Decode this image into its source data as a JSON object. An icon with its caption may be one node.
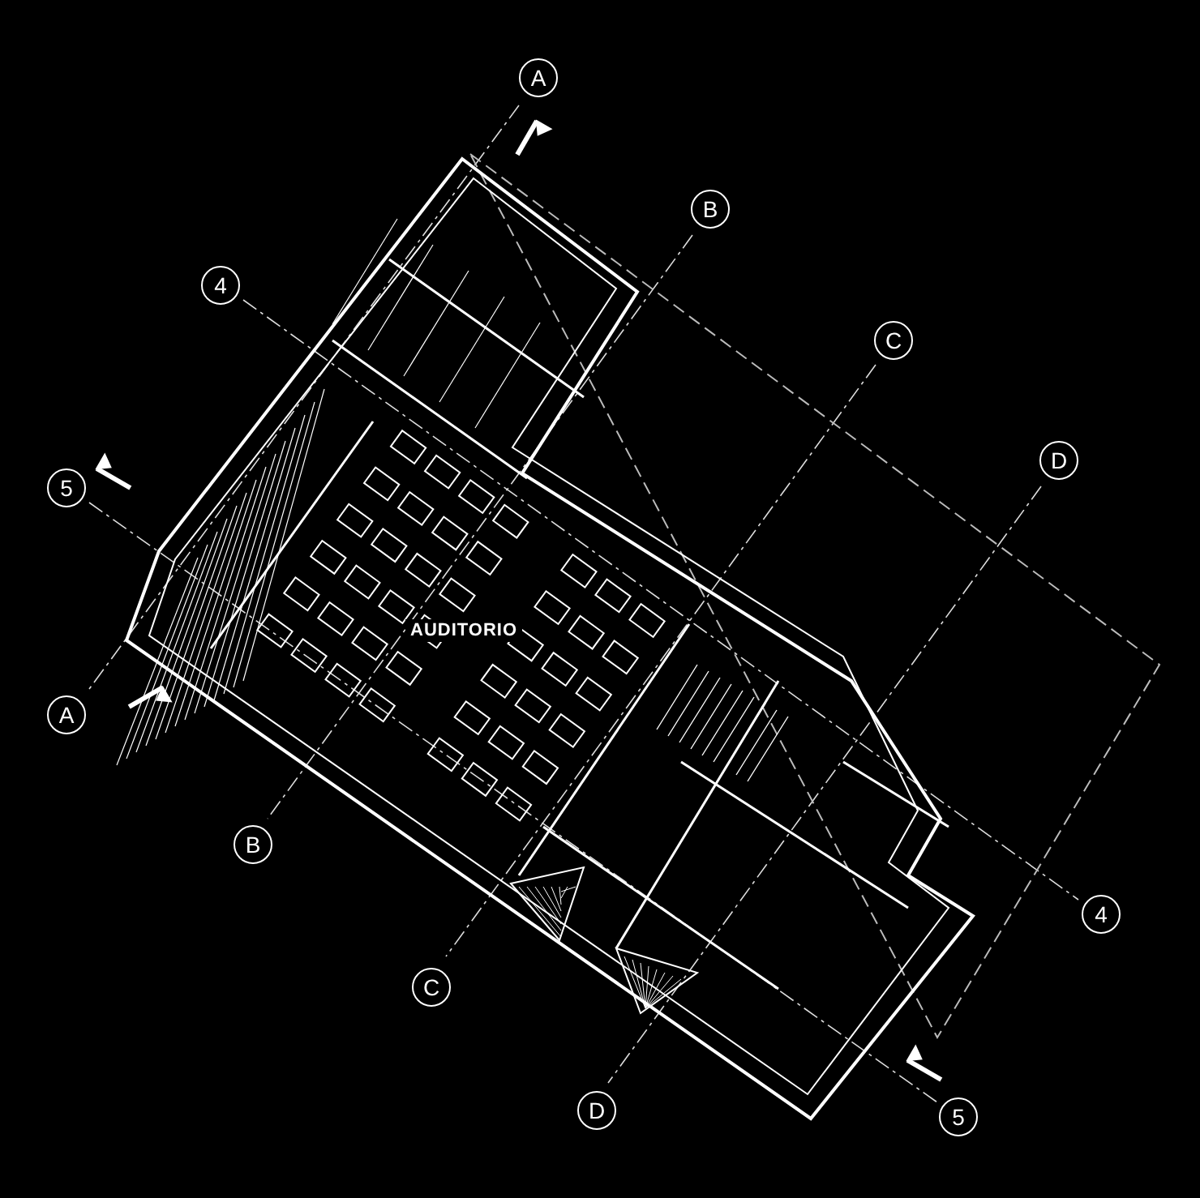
{
  "diagram": {
    "labels": [
      "A",
      "B",
      "4",
      "C",
      "D",
      "5",
      "A",
      "AUDITORIO",
      "B",
      "C",
      "D",
      "5",
      "4"
    ]
  }
}
